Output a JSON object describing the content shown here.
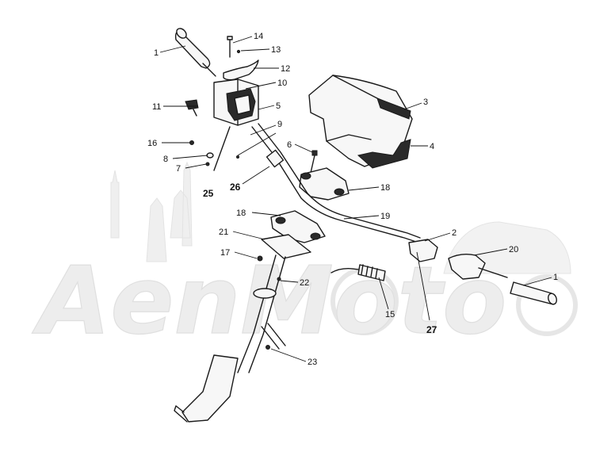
{
  "diagram": {
    "watermark_text": "AenMoto",
    "callouts": [
      {
        "id": "c1a",
        "text": "1",
        "bold": false
      },
      {
        "id": "c14",
        "text": "14",
        "bold": false
      },
      {
        "id": "c13",
        "text": "13",
        "bold": false
      },
      {
        "id": "c12",
        "text": "12",
        "bold": false
      },
      {
        "id": "c10",
        "text": "10",
        "bold": false
      },
      {
        "id": "c11",
        "text": "11",
        "bold": false
      },
      {
        "id": "c5",
        "text": "5",
        "bold": false
      },
      {
        "id": "c9",
        "text": "9",
        "bold": false
      },
      {
        "id": "c16",
        "text": "16",
        "bold": false
      },
      {
        "id": "c8",
        "text": "8",
        "bold": false
      },
      {
        "id": "c7",
        "text": "7",
        "bold": false
      },
      {
        "id": "c25",
        "text": "25",
        "bold": true
      },
      {
        "id": "c26",
        "text": "26",
        "bold": true
      },
      {
        "id": "c3",
        "text": "3",
        "bold": false
      },
      {
        "id": "c4",
        "text": "4",
        "bold": false
      },
      {
        "id": "c6",
        "text": "6",
        "bold": false
      },
      {
        "id": "c18a",
        "text": "18",
        "bold": false
      },
      {
        "id": "c18b",
        "text": "18",
        "bold": false
      },
      {
        "id": "c19",
        "text": "19",
        "bold": false
      },
      {
        "id": "c21",
        "text": "21",
        "bold": false
      },
      {
        "id": "c2",
        "text": "2",
        "bold": false
      },
      {
        "id": "c20",
        "text": "20",
        "bold": false
      },
      {
        "id": "c17",
        "text": "17",
        "bold": false
      },
      {
        "id": "c1b",
        "text": "1",
        "bold": false
      },
      {
        "id": "c22",
        "text": "22",
        "bold": false
      },
      {
        "id": "c15",
        "text": "15",
        "bold": false
      },
      {
        "id": "c27",
        "text": "27",
        "bold": true
      },
      {
        "id": "c23",
        "text": "23",
        "bold": false
      }
    ]
  }
}
